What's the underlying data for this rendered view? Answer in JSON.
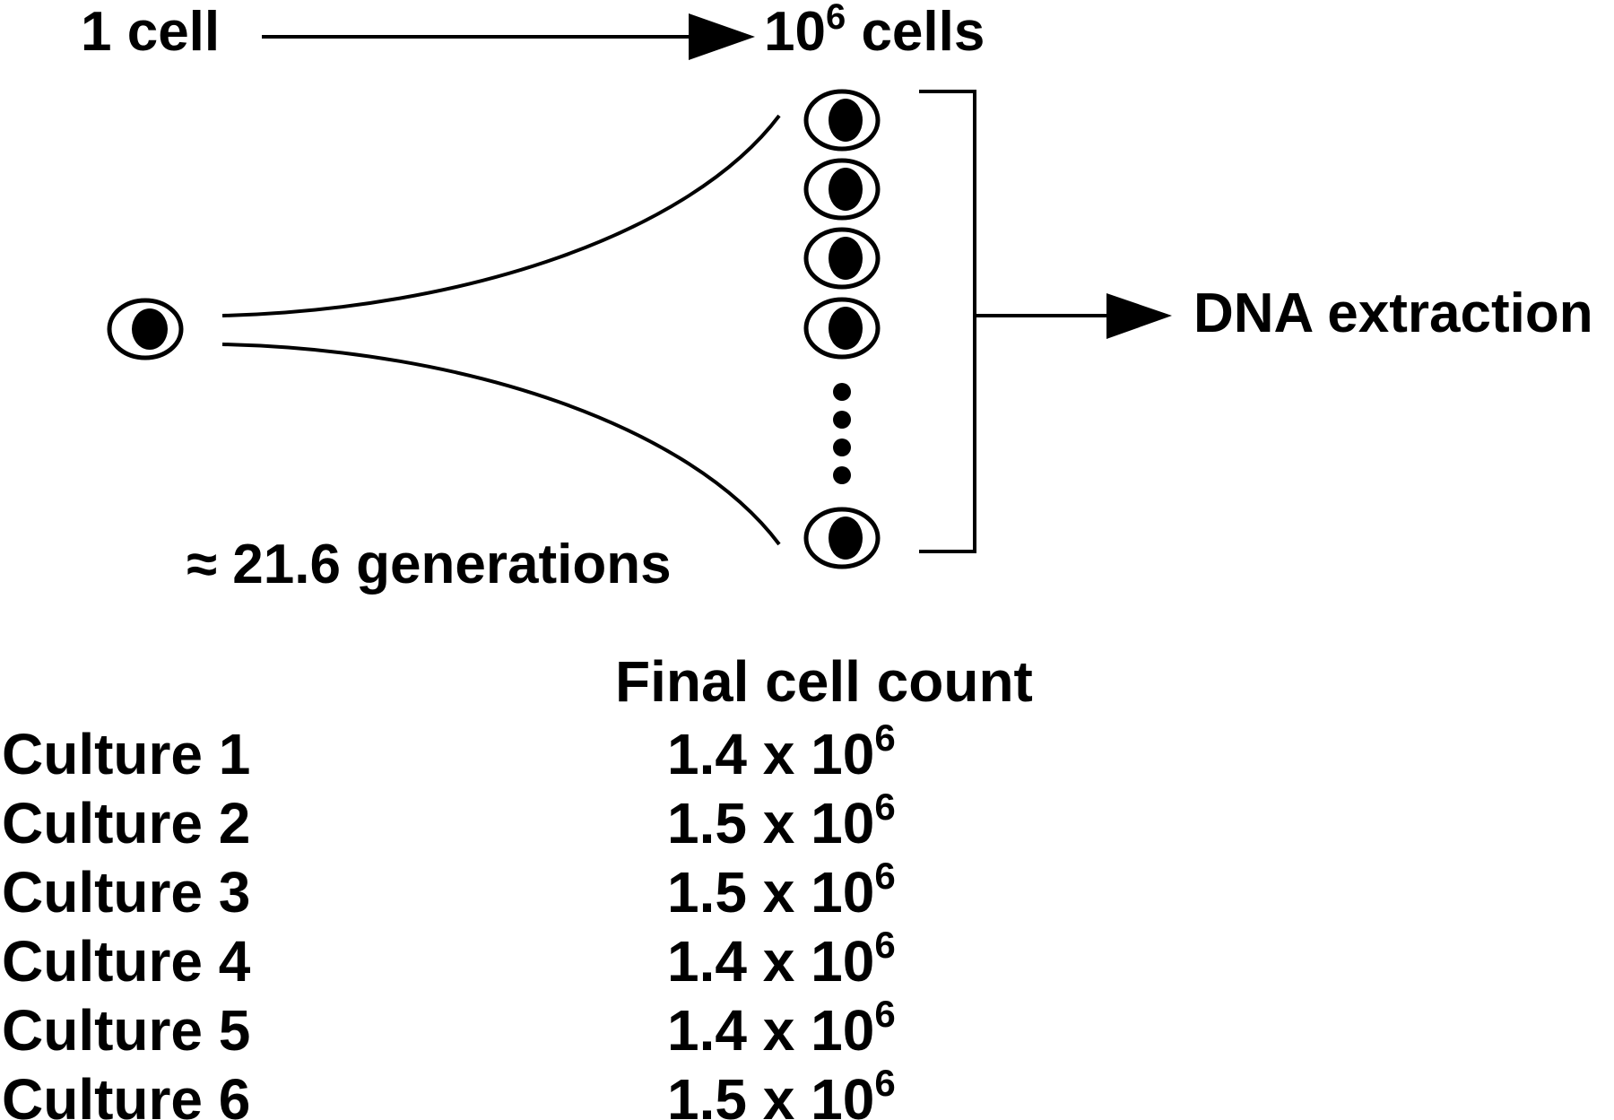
{
  "diagram": {
    "start_label": "1 cell",
    "end_label_base": "10",
    "end_label_exp": "6",
    "end_label_suffix": " cells",
    "generations_label": "≈ 21.6 generations",
    "output_label": "DNA extraction",
    "start_cell_icon": "cell-icon",
    "culture_cells_shown": 5,
    "ellipsis_dots": 4
  },
  "table": {
    "header": "Final cell count",
    "rows": [
      {
        "label": "Culture 1",
        "mantissa": "1.4",
        "times": "x",
        "base": "10",
        "exp": "6"
      },
      {
        "label": "Culture 2",
        "mantissa": "1.5",
        "times": "x",
        "base": "10",
        "exp": "6"
      },
      {
        "label": "Culture 3",
        "mantissa": "1.5",
        "times": "x",
        "base": "10",
        "exp": "6"
      },
      {
        "label": "Culture 4",
        "mantissa": "1.4",
        "times": "x",
        "base": "10",
        "exp": "6"
      },
      {
        "label": "Culture 5",
        "mantissa": "1.4",
        "times": "x",
        "base": "10",
        "exp": "6"
      },
      {
        "label": "Culture 6",
        "mantissa": "1.5",
        "times": "x",
        "base": "10",
        "exp": "6"
      }
    ]
  }
}
